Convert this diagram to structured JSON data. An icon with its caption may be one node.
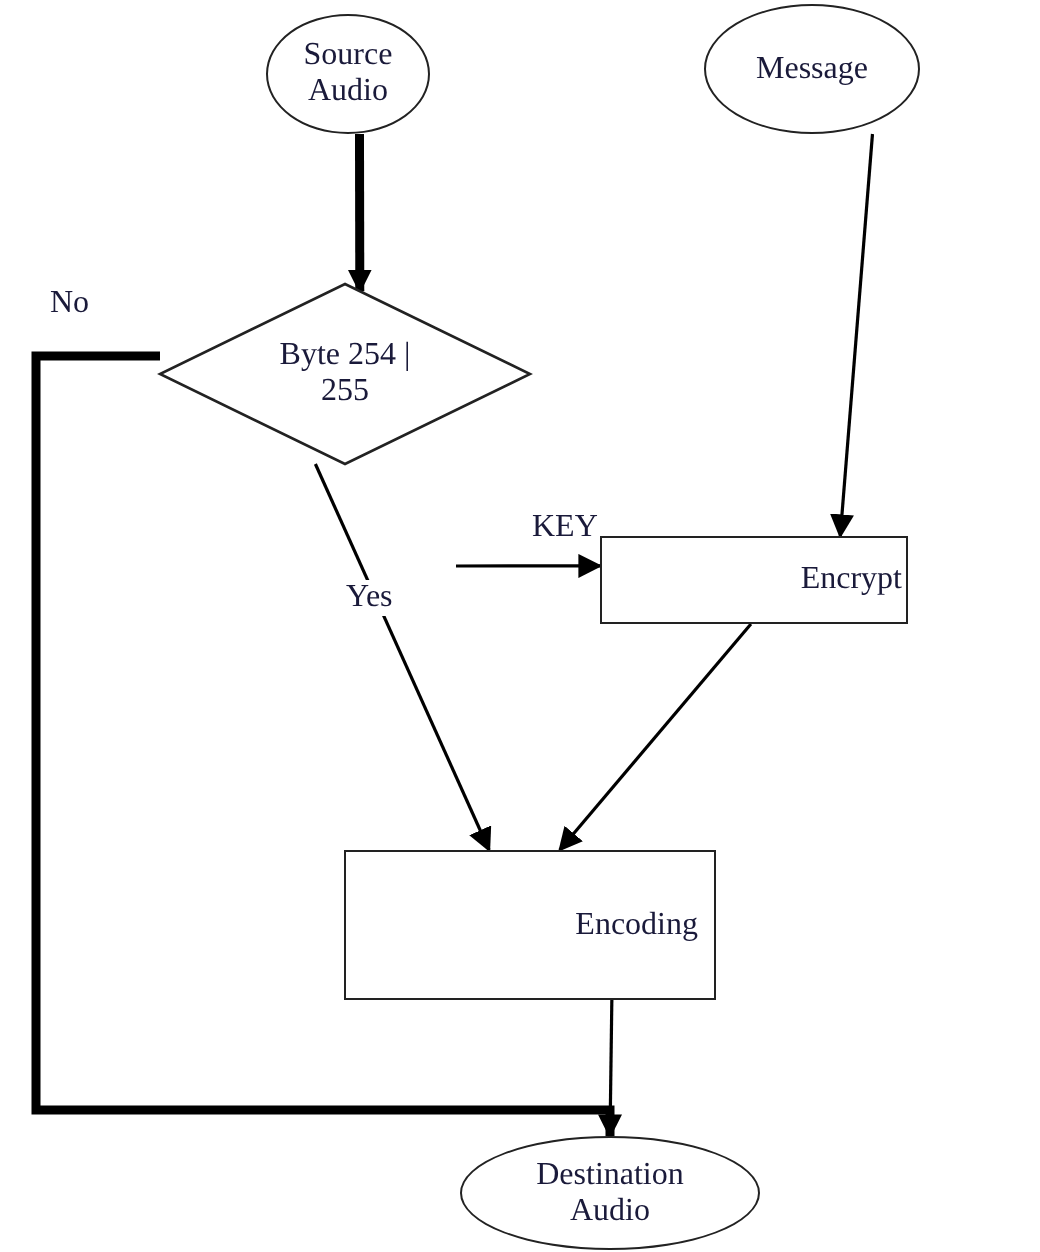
{
  "diagram": {
    "nodes": [
      {
        "text": [
          "Source Audio"
        ]
      },
      {
        "text": [
          "Message"
        ]
      },
      {
        "text": [
          "Byte 254 | 255"
        ]
      },
      {
        "text": [
          "Encrypt"
        ]
      },
      {
        "text": [
          "Encoding"
        ]
      },
      {
        "text": [
          "Destination Audio"
        ]
      }
    ],
    "edges": [
      {
        "from": 0,
        "to": 2,
        "arrow": "to",
        "style": "thick"
      },
      {
        "from": 1,
        "to": 3,
        "arrow": "to"
      },
      {
        "from": 2,
        "to": 4,
        "arrow": "to",
        "label": "Yes"
      },
      {
        "from": null,
        "to": 3,
        "arrow": "to",
        "label": "KEY"
      },
      {
        "from": 3,
        "to": 4,
        "arrow": "to"
      },
      {
        "from": 2,
        "to": 5,
        "arrow": "to",
        "label": "No",
        "style": "thick"
      },
      {
        "from": 4,
        "to": 5,
        "arrow": "none"
      }
    ]
  }
}
